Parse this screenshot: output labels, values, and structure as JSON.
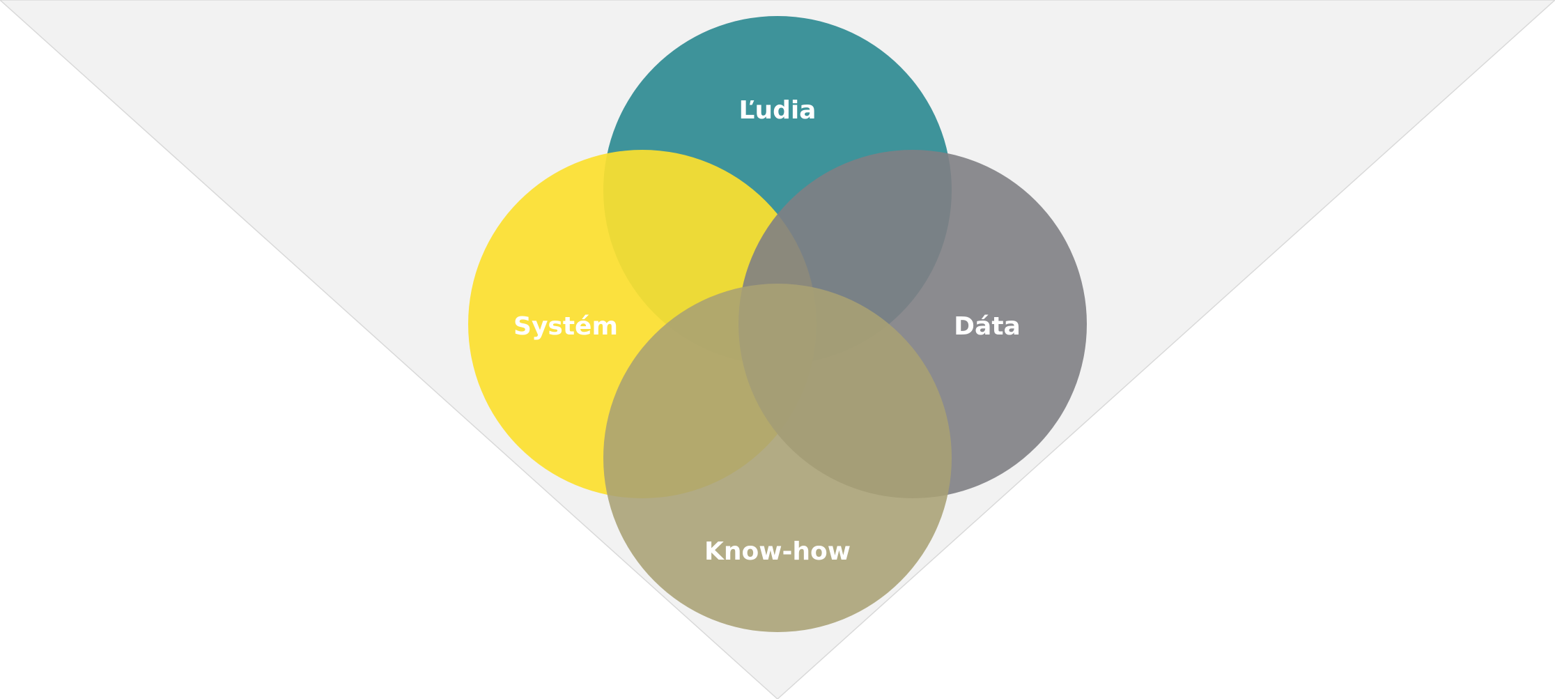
{
  "diagram": {
    "type": "venn",
    "background_color": "#f2f2f2",
    "circles": [
      {
        "id": "top",
        "label": "Ľudia",
        "color": "#2a8890",
        "opacity": 0.9
      },
      {
        "id": "left",
        "label": "Systém",
        "color": "#fcdf2f",
        "opacity": 0.92
      },
      {
        "id": "right",
        "label": "Dáta",
        "color": "#7f8084",
        "opacity": 0.9
      },
      {
        "id": "bottom",
        "label": "Know-how",
        "color": "#a9a074",
        "opacity": 0.88
      }
    ]
  }
}
